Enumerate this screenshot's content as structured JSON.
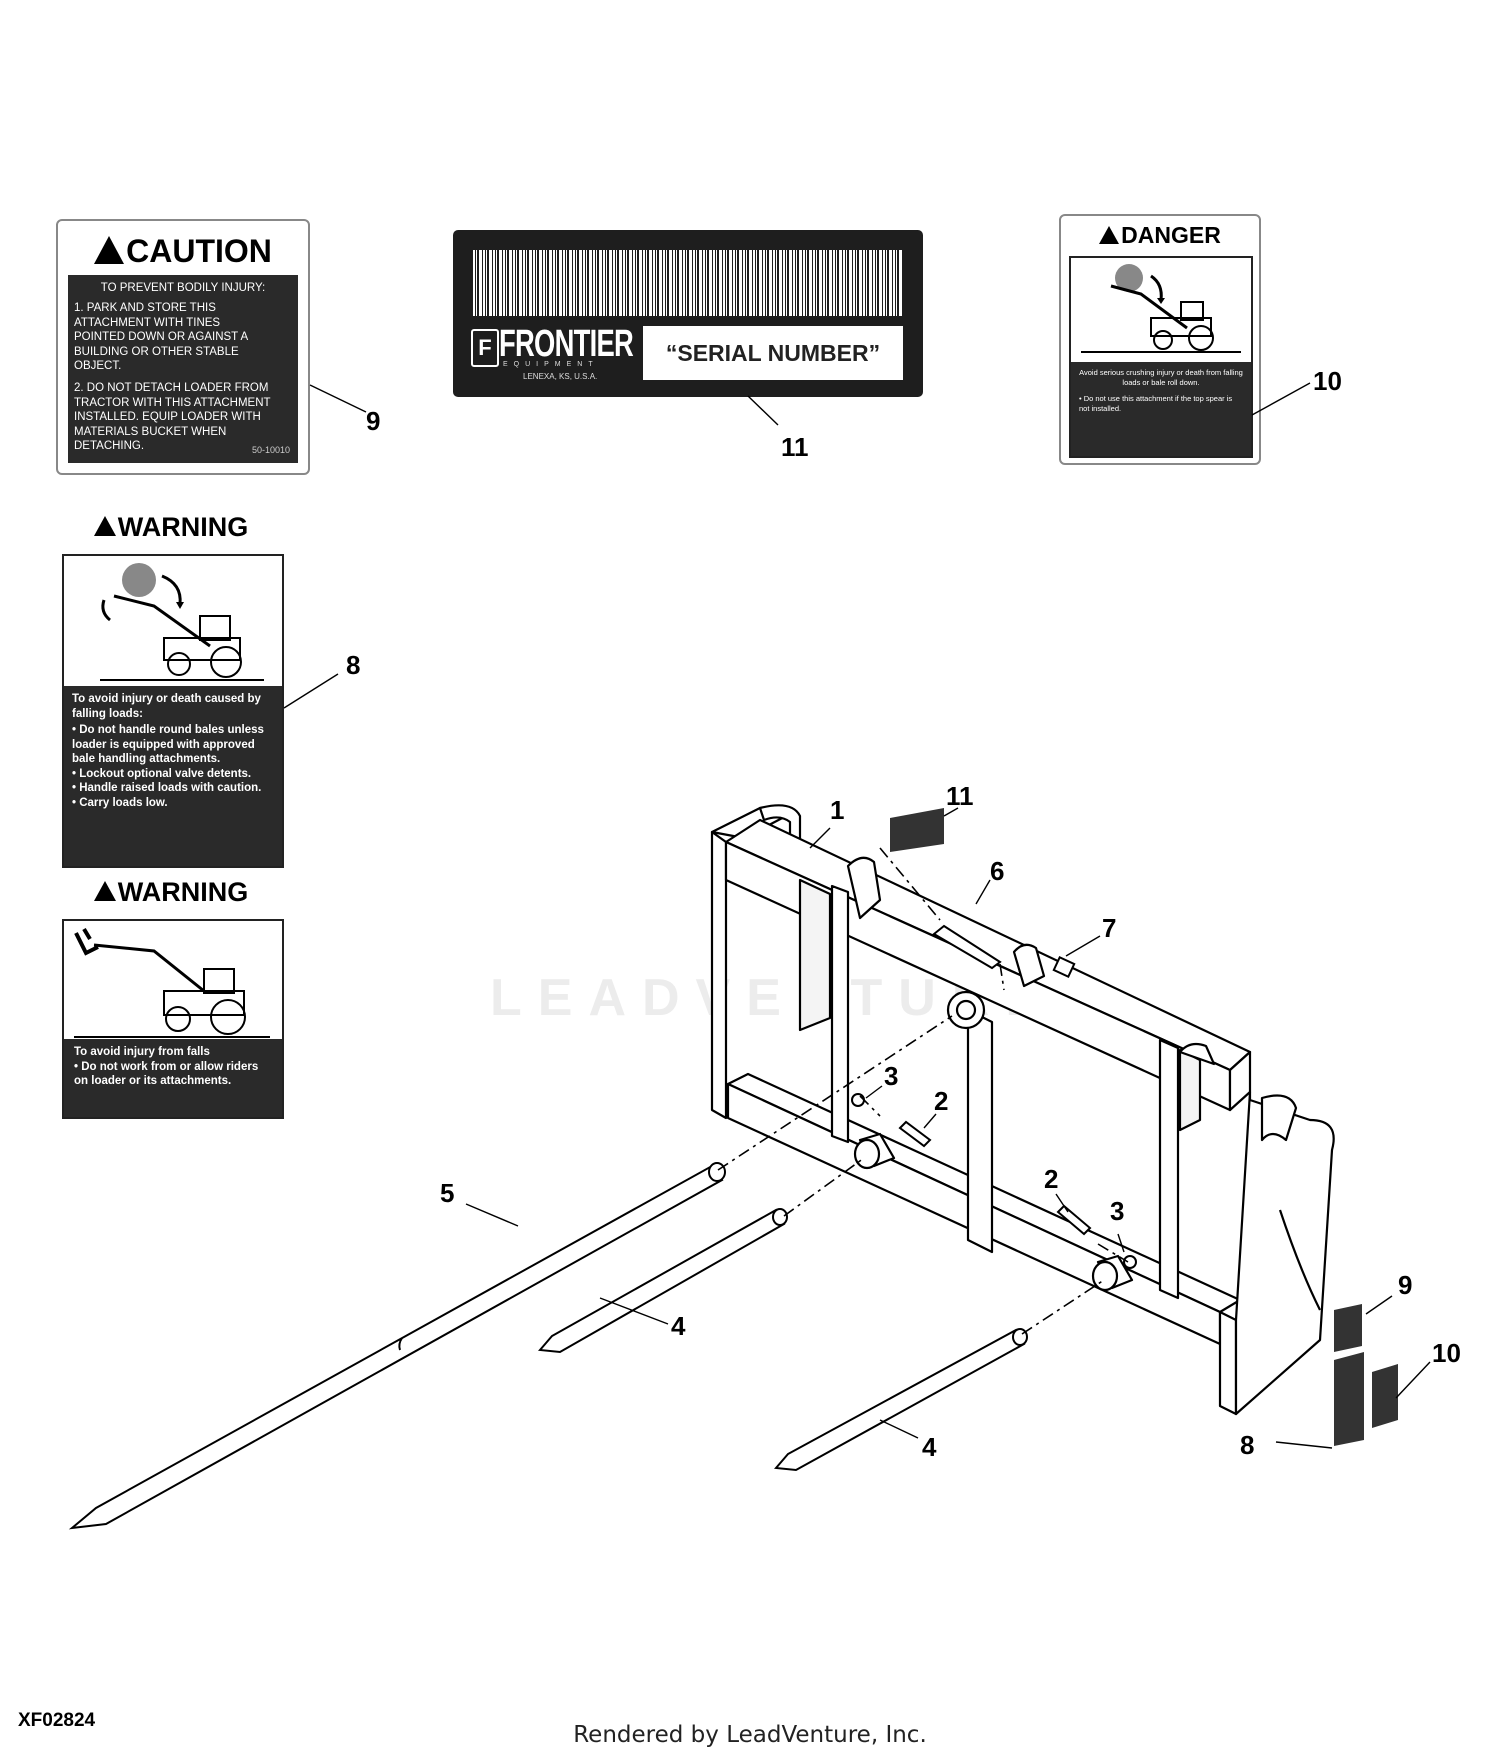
{
  "diagram_id": "XF02824",
  "credit": "Rendered by LeadVenture, Inc.",
  "watermark": "LEADVENTURE",
  "caution_decal": {
    "header": "CAUTION",
    "subheader": "TO PREVENT BODILY INJURY:",
    "lines": [
      "1. PARK AND STORE THIS",
      "ATTACHMENT WITH TINES",
      "POINTED DOWN OR AGAINST A",
      "BUILDING OR OTHER STABLE",
      "OBJECT.",
      "",
      "2. DO NOT DETACH LOADER FROM",
      "TRACTOR WITH THIS ATTACHMENT",
      "INSTALLED. EQUIP LOADER WITH",
      "MATERIALS BUCKET WHEN",
      "DETACHING."
    ],
    "part_number": "50-10010"
  },
  "serial_decal": {
    "brand": "FRONTIER",
    "brand_sub": "EQUIPMENT",
    "location": "LENEXA, KS, U.S.A.",
    "serial_label": "“SERIAL NUMBER”"
  },
  "danger_decal": {
    "header": "DANGER",
    "text": "Avoid serious crushing injury or death from falling loads or bale roll down.",
    "bullet": "• Do not use this attachment if the top spear is not installed."
  },
  "warning_decal_1": {
    "header": "WARNING",
    "intro": "To avoid injury or death caused by falling loads:",
    "bullets": [
      "• Do not handle  round bales unless loader is equipped with approved bale handling attachments.",
      "• Lockout optional valve detents.",
      "• Handle raised loads with caution.",
      "• Carry loads low."
    ]
  },
  "warning_decal_2": {
    "header": "WARNING",
    "intro": "To avoid injury from falls",
    "bullets": [
      "• Do not work from or allow riders on loader or its attachments."
    ]
  },
  "callouts": {
    "c1": "1",
    "c2a": "2",
    "c2b": "2",
    "c3a": "3",
    "c3b": "3",
    "c4a": "4",
    "c4b": "4",
    "c5": "5",
    "c6": "6",
    "c7": "7",
    "c8a": "8",
    "c8b": "8",
    "c9a": "9",
    "c9b": "9",
    "c10a": "10",
    "c10b": "10",
    "c11a": "11",
    "c11b": "11"
  }
}
